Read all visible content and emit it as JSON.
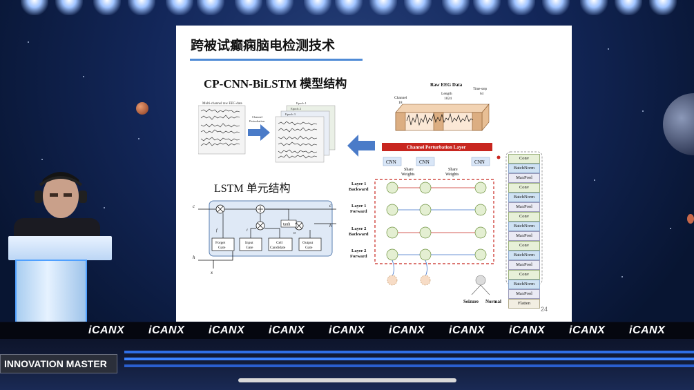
{
  "slide": {
    "title": "跨被试癫痫脑电检测技术",
    "cnn_heading": "CP-CNN-BiLSTM 模型结构",
    "lstm_heading": "LSTM 单元结构",
    "page_number": "24"
  },
  "eeg_diagram": {
    "raw_label": "Raw EEG Data",
    "channel_label": "Channel",
    "channel_value": "18",
    "length_label": "Length",
    "length_value": "1024",
    "timestep_label": "Time-step",
    "timestep_value": "64",
    "perturb_layer": "Channel Perturbation Layer",
    "cnn_label": "CNN",
    "share_weights_1": "Share",
    "share_weights_2": "Weights",
    "rows": [
      "Layer 1",
      "Backward",
      "Layer 1",
      "Forward",
      "Layer 2",
      "Backward",
      "Layer 2",
      "Forward"
    ],
    "outputs": [
      "Seizure",
      "Normal"
    ],
    "cnn_stack": [
      "Conv",
      "BatchNorm",
      "MaxPool",
      "Conv",
      "BatchNorm",
      "MaxPool",
      "Conv",
      "BatchNorm",
      "MaxPool",
      "Conv",
      "BatchNorm",
      "MaxPool",
      "Conv",
      "BatchNorm",
      "MaxPool",
      "Flatten"
    ]
  },
  "perturb_diagram": {
    "input_label": "Multi-channel raw EEG data",
    "arrow_label_1": "Channel",
    "arrow_label_2": "Perturbation",
    "epoch_1": "Epoch 1",
    "epoch_2": "Epoch 2",
    "epoch_3": "Epoch 3"
  },
  "lstm_diagram": {
    "gates": [
      "Forget",
      "Gate",
      "Input",
      "Gate",
      "Cell",
      "Candidate",
      "Output",
      "Gate"
    ],
    "tanh": "tanh",
    "c_in": "c",
    "c_out": "c",
    "h_out": "h",
    "h_in": "h",
    "x_in": "x",
    "f": "f",
    "i": "i",
    "o": "o"
  },
  "stage": {
    "logo_text": "iCANX",
    "banner": "INNOVATION MASTER"
  },
  "colors": {
    "perturb_red": "#c8261f",
    "accent_blue": "#4f8bd6",
    "stage_blue": "#2f6fe6"
  }
}
